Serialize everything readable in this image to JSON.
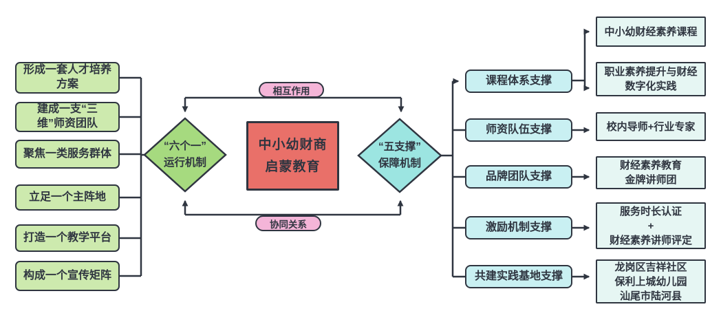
{
  "diagram": {
    "center_box": {
      "text": "中小幼财商\n启蒙教育"
    },
    "left_diamond": {
      "text": "“六个一”\n运行机制"
    },
    "right_diamond": {
      "text": "“五支撑”\n保障机制"
    },
    "top_connector_label": "相互作用",
    "bottom_connector_label": "协同关系",
    "left_boxes": [
      {
        "text": "形成一套人才培养\n方案"
      },
      {
        "text": "建成一支“三\n维”师资团队"
      },
      {
        "text": "聚焦一类服务群体"
      },
      {
        "text": "立足一个主阵地"
      },
      {
        "text": "打造一个教学平台"
      },
      {
        "text": "构成一个宣传矩阵"
      }
    ],
    "support_boxes": [
      {
        "text": "课程体系支撑"
      },
      {
        "text": "师资队伍支撑"
      },
      {
        "text": "品牌团队支撑"
      },
      {
        "text": "激励机制支撑"
      },
      {
        "text": "共建实践基地支撑"
      }
    ],
    "outcome_boxes": [
      {
        "text": "中小幼财经素养课程"
      },
      {
        "text": "职业素养提升与财经\n数字化实践"
      },
      {
        "text": "校内导师+行业专家"
      },
      {
        "text": "财经素养教育\n金牌讲师团"
      },
      {
        "text": "服务时长认证\n+\n财经素养讲师评定"
      },
      {
        "text": "龙岗区吉祥社区\n保利上城幼儿园\n汕尾市陆河县"
      }
    ],
    "colors": {
      "ink": "#2f3540",
      "green_box": "#cdeaae",
      "green_diamond": "#a6da7f",
      "red_box": "#e97069",
      "pink_label": "#f4b5d8",
      "teal_diamond": "#9ce5e1",
      "teal_box": "#c9f0f2",
      "mint_box": "#e6f6f3"
    }
  }
}
